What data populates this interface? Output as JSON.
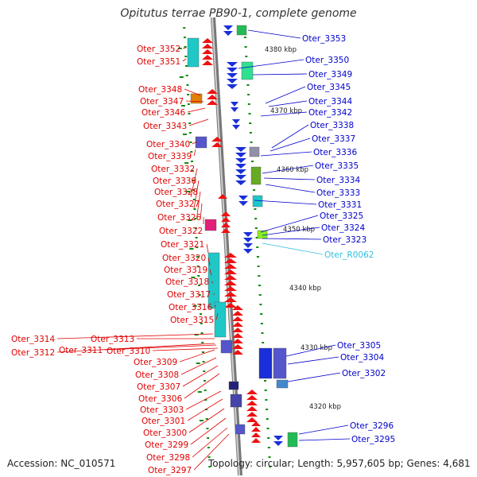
{
  "title": "Opitutus terrae PB90-1, complete genome",
  "accession": "Accession: NC_010571",
  "topology": "Topology: circular; Length: 5,957,605 bp; Genes: 4,681",
  "colors": {
    "left_label": "#e00000",
    "right_label": "#0000cc",
    "rna_label": "#33c0e0",
    "axis": "#999999",
    "tick": "#0a8a0a"
  },
  "kbp_ticks": [
    "4380 kbp",
    "4370 kbp",
    "4360 kbp",
    "4350 kbp",
    "4340 kbp",
    "4330 kbp",
    "4320 kbp"
  ],
  "left_labels": [
    "Oter_3352",
    "Oter_3351",
    "Oter_3348",
    "Oter_3347",
    "Oter_3346",
    "Oter_3343",
    "Oter_3340",
    "Oter_3339",
    "Oter_3332",
    "Oter_3330",
    "Oter_3328",
    "Oter_3327",
    "Oter_3326",
    "Oter_3322",
    "Oter_3321",
    "Oter_3320",
    "Oter_3319",
    "Oter_3318",
    "Oter_3317",
    "Oter_3316",
    "Oter_3315",
    "Oter_3314",
    "Oter_3313",
    "Oter_3312",
    "Oter_3311",
    "Oter_3310",
    "Oter_3309",
    "Oter_3308",
    "Oter_3307",
    "Oter_3306",
    "Oter_3303",
    "Oter_3301",
    "Oter_3300",
    "Oter_3299",
    "Oter_3298",
    "Oter_3297"
  ],
  "right_labels": [
    "Oter_3353",
    "Oter_3350",
    "Oter_3349",
    "Oter_3345",
    "Oter_3344",
    "Oter_3342",
    "Oter_3338",
    "Oter_3337",
    "Oter_3336",
    "Oter_3335",
    "Oter_3334",
    "Oter_3333",
    "Oter_3331",
    "Oter_3325",
    "Oter_3324",
    "Oter_3323",
    "Oter_R0062",
    "Oter_3305",
    "Oter_3304",
    "Oter_3302",
    "Oter_3296",
    "Oter_3295"
  ]
}
